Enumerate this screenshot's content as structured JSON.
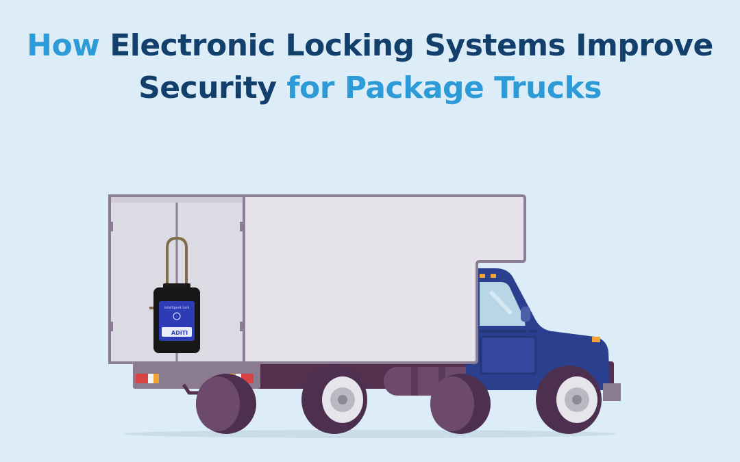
{
  "title": {
    "line1_part1": "How",
    "line1_part2": "Electronic Locking Systems Improve",
    "line2_part1": "Security",
    "line2_part2": "for Package Trucks"
  },
  "lock": {
    "label": "intelligent lock",
    "brand": "ADITI"
  },
  "colors": {
    "background": "#dcedf7",
    "accent_light": "#2e9bd9",
    "accent_dark": "#123f6b",
    "truck_cab": "#2b3f8f",
    "truck_box": "#e6e4ea",
    "tires": "#4d2f4f"
  },
  "icons": {
    "hero": "delivery-truck-illustration",
    "lock": "electronic-padlock-icon"
  }
}
